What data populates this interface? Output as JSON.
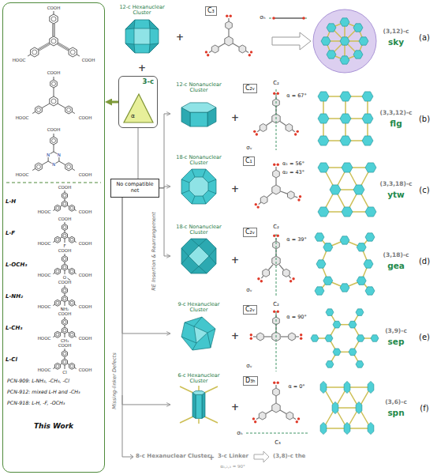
{
  "diagram": {
    "nodes": [
      {
        "text": [
          "PCN-909: L-NH₂, -CH₃, -Cl",
          "PCN-912: mixed L-H and -CH₃",
          "PCN-918: L-H, -F, -OCH₃",
          "This Work"
        ]
      },
      {
        "text": [
          "12-c Hexanuclear Cluster"
        ]
      },
      {
        "text": [
          "C₃"
        ]
      },
      {
        "text": [
          "3-c",
          "α"
        ]
      },
      {
        "text": [
          "12-c Nonanuclear Cluster"
        ]
      },
      {
        "text": [
          "C₂ᵥ"
        ]
      },
      {
        "text": [
          "No compatible net"
        ]
      },
      {
        "text": [
          "18-c Nonanuclear Cluster"
        ]
      },
      {
        "text": [
          "C₁"
        ]
      },
      {
        "text": [
          "18-c Nonanuclear Cluster"
        ]
      },
      {
        "text": [
          "C₂ᵥ"
        ]
      },
      {
        "text": [
          "9-c Hexanuclear Cluster"
        ]
      },
      {
        "text": [
          "C₂ᵥ"
        ]
      },
      {
        "text": [
          "6-c Hexanuclear Cluster"
        ]
      },
      {
        "text": [
          "D₃ₕ"
        ]
      }
    ],
    "edges": [
      {
        "from": 3,
        "to": 0,
        "arrow": "to"
      },
      {
        "from": 3,
        "to": 6,
        "arrow": "none"
      },
      {
        "from": 6,
        "to": 4,
        "arrow": "to"
      },
      {
        "from": 6,
        "to": 7,
        "arrow": "to"
      },
      {
        "from": 6,
        "to": 9,
        "arrow": "to"
      },
      {
        "from": 6,
        "to": 11,
        "arrow": "to"
      },
      {
        "from": 6,
        "to": 13,
        "arrow": "to"
      }
    ],
    "labels": [
      "COOH",
      "HOOC",
      "COOH",
      "COOH",
      "HOOC",
      "COOH",
      "COOH",
      "N",
      "N",
      "N",
      "HOOC",
      "COOH",
      "L-H",
      "COOH",
      "HOOC",
      "COOH",
      "L-F",
      "COOH",
      "HOOC",
      "COOH",
      "F",
      "L-OCH₃",
      "COOH",
      "HOOC",
      "COOH",
      "O",
      "L-NH₂",
      "COOH",
      "HOOC",
      "COOH",
      "NH₂",
      "L-CH₃",
      "COOH",
      "HOOC",
      "COOH",
      "CH₃",
      "L-Cl",
      "COOH",
      "HOOC",
      "COOH",
      "Cl",
      "+",
      "σₕ",
      "(3,12)-c",
      "sky",
      "(a)",
      "+",
      "+",
      "C₂",
      "α = 67°",
      "σᵥ",
      "(3,3,12)-c",
      "flg",
      "(b)",
      "+",
      "α₁ = 56°",
      "α₂ = 43°",
      "(3,3,18)-c",
      "ytw",
      "(c)",
      "+",
      "C₂",
      "α = 39°",
      "σᵥ",
      "(3,18)-c",
      "gea",
      "(d)",
      "+",
      "C₂",
      "α = 90°",
      "σᵥ",
      "(3,9)-c",
      "sep",
      "(e)",
      "+",
      "α = 0°",
      "σₕ",
      "C₃",
      "(3,6)-c",
      "spn",
      "(f)",
      "RE Insertion & Rearrangement",
      "Missing-linker Defects",
      "8-c Hexanuclear Cluster",
      "+",
      "3-c Linker",
      "α₁,₂,₃ = 90°",
      "(3,8)-c the"
    ]
  }
}
